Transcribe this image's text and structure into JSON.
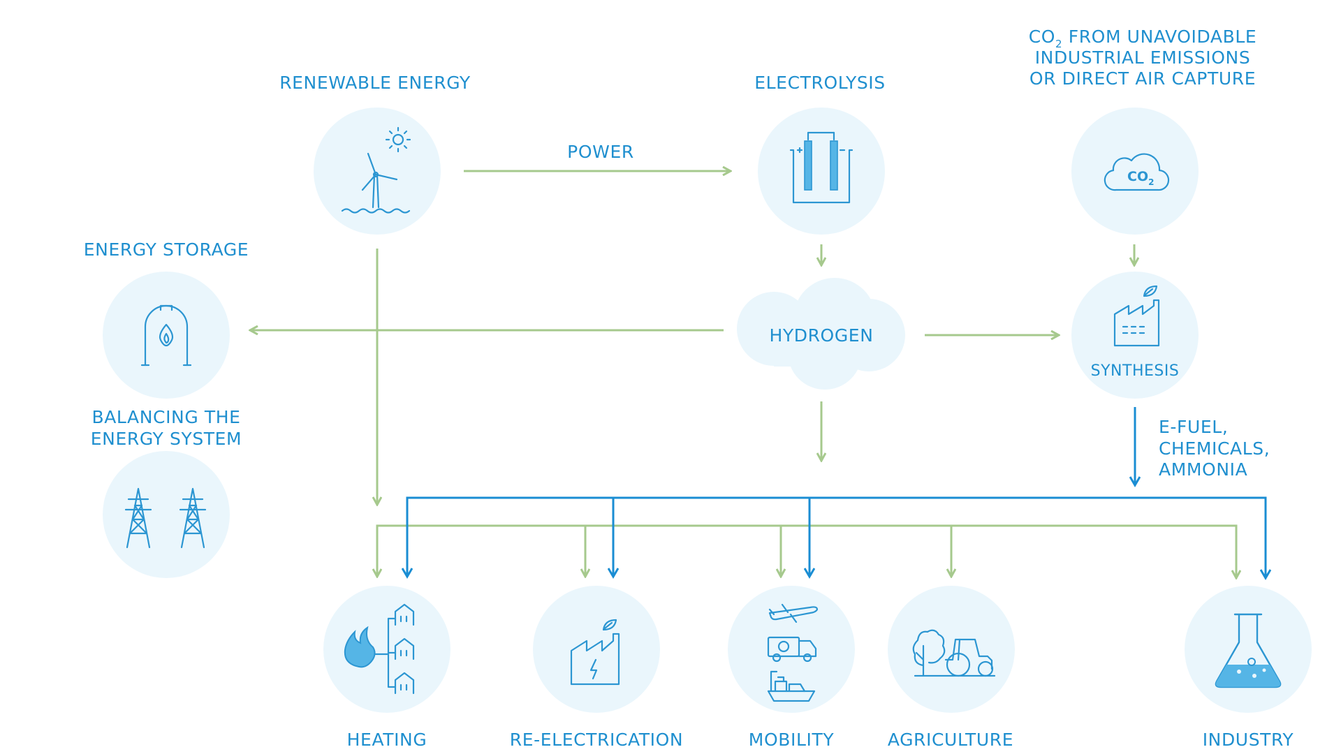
{
  "nodes": {
    "renewable_energy": "RENEWABLE ENERGY",
    "electrolysis": "ELECTROLYSIS",
    "co2_source": {
      "line1_prefix": "CO",
      "line1_sub": "2",
      "line1_suffix": " FROM UNAVOIDABLE",
      "line2": "INDUSTRIAL EMISSIONS",
      "line3": "OR DIRECT AIR CAPTURE"
    },
    "energy_storage": "ENERGY STORAGE",
    "hydrogen": "HYDROGEN",
    "synthesis": "SYNTHESIS",
    "balancing": {
      "line1": "BALANCING THE",
      "line2": "ENERGY SYSTEM"
    },
    "heating": "HEATING",
    "re_electrication": "RE-ELECTRICATION",
    "mobility": "MOBILITY",
    "agriculture": "AGRICULTURE",
    "industry": "INDUSTRY"
  },
  "edges": {
    "power": "POWER",
    "efuel": {
      "line1": "E-FUEL,",
      "line2": "CHEMICALS,",
      "line3": "AMMONIA"
    }
  },
  "icons": {
    "co2_cloud_text": "CO",
    "co2_cloud_sub": "2"
  },
  "colors": {
    "label_blue": "#1f8fcf",
    "circle_bg": "#eaf6fc",
    "icon_blue": "#2c96d2",
    "arrow_green": "#a6c98d",
    "arrow_blue": "#1a8dd3"
  }
}
